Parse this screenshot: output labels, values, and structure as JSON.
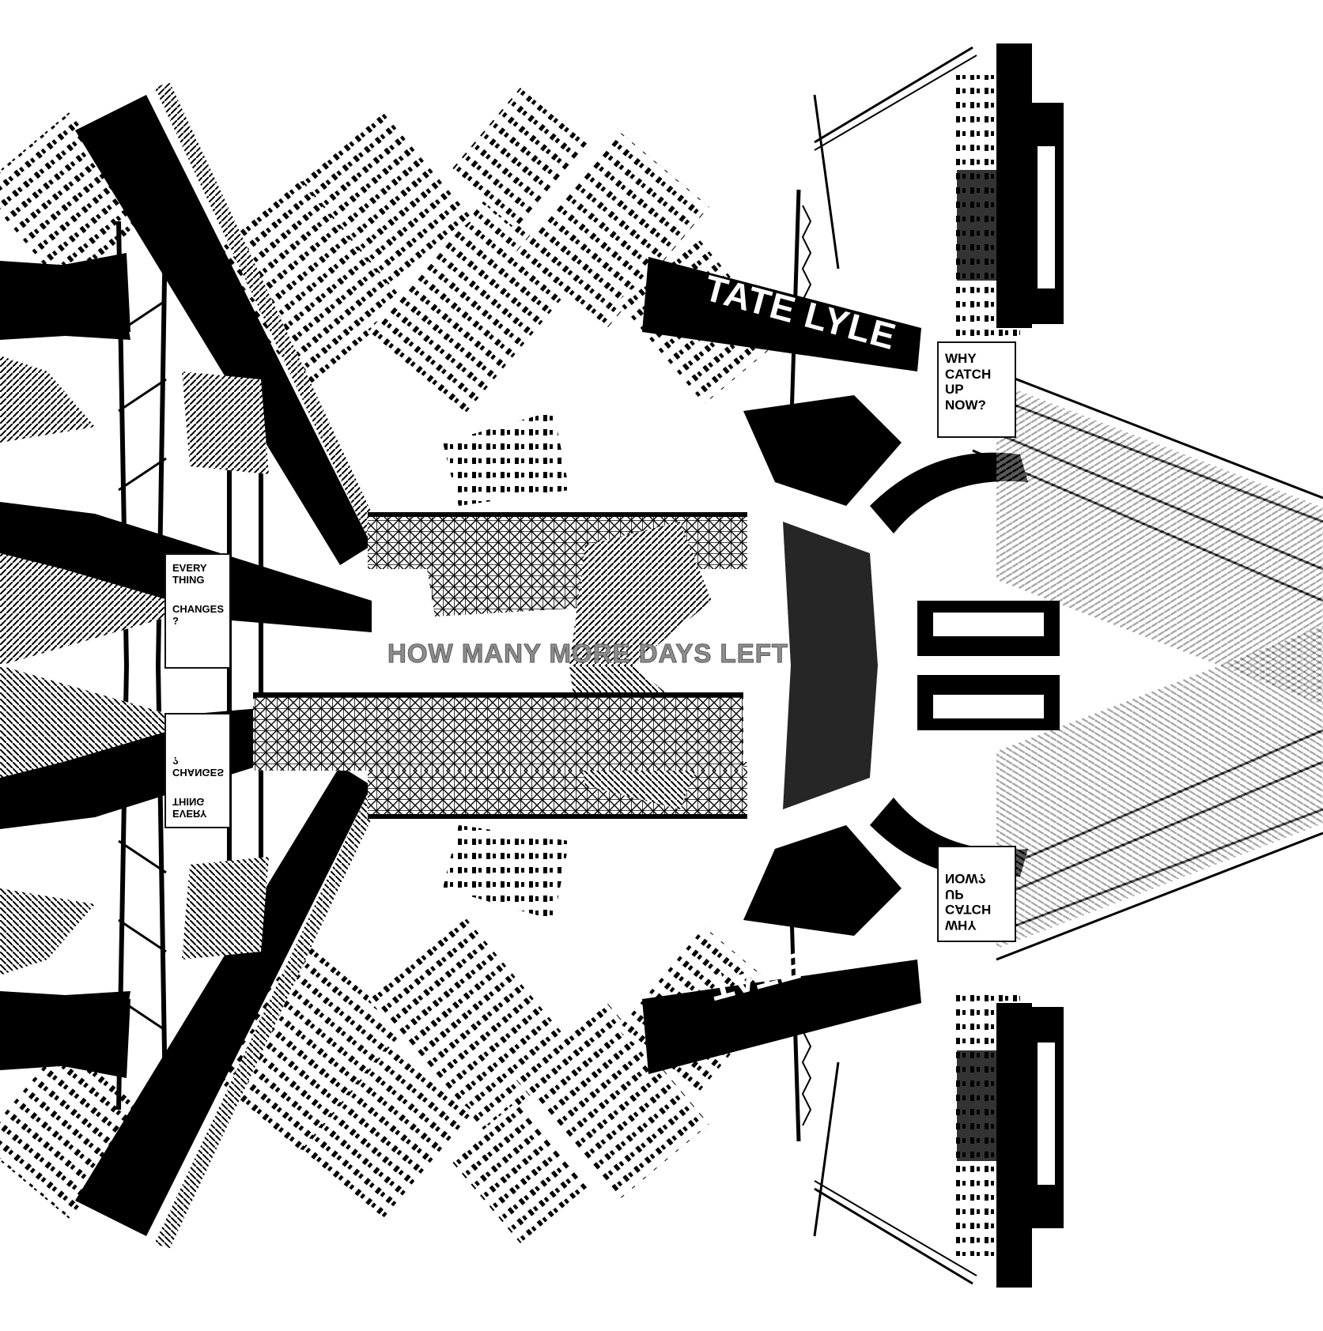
{
  "headline": "HOW MANY MORE DAYS LEFT",
  "sign_left": {
    "line1": "EVERY",
    "line2": "THING",
    "line3": "CHANGES",
    "line4": "?"
  },
  "sign_right": {
    "line1": "WHY",
    "line2": "CATCH",
    "line3": "UP",
    "line4": "NOW?"
  },
  "sign_right_mirror": {
    "line1": "WHY",
    "line2": "CATCH",
    "line3": "UP",
    "line4": "NOW?"
  },
  "sign_left_mirror": {
    "line1": "EVERY",
    "line2": "THING",
    "line3": "CHANGES",
    "line4": "?"
  },
  "billboard_text": "TATE LYLE",
  "colors": {
    "ink": "#000000",
    "paper": "#ffffff",
    "headline": "#8d8d8d"
  }
}
